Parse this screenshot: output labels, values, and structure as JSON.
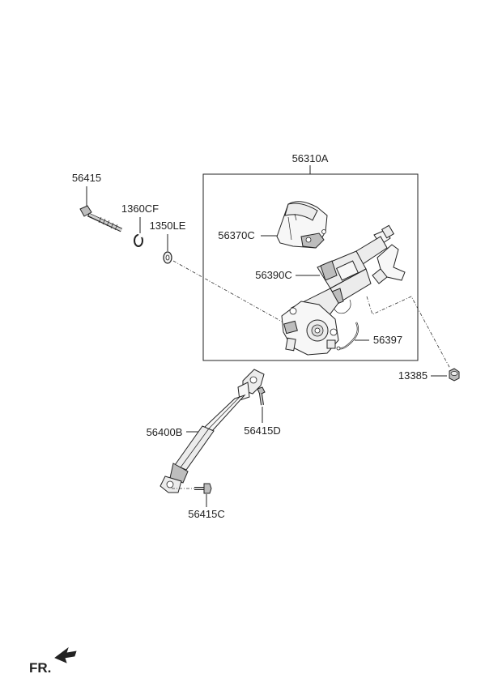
{
  "labels": {
    "assembly": "56310A",
    "bolt_top": "56415",
    "clip": "1360CF",
    "washer": "1350LE",
    "cover": "56370C",
    "column": "56390C",
    "wire": "56397",
    "nut": "13385",
    "shaft": "56400B",
    "bolt_d": "56415D",
    "bolt_c": "56415C"
  },
  "direction": {
    "text": "FR.",
    "icon": "arrow-forward-icon"
  }
}
